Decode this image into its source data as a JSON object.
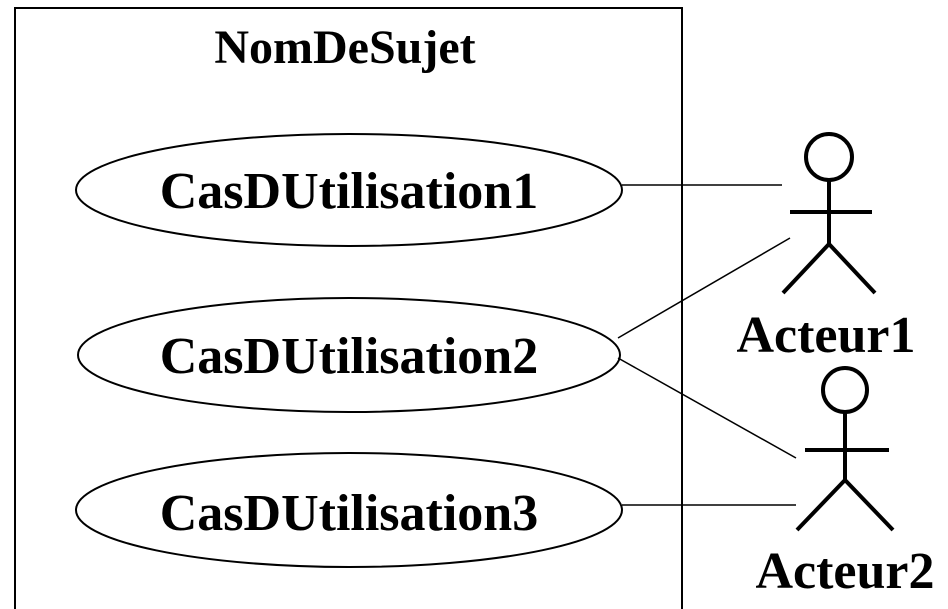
{
  "subject": {
    "name": "NomDeSujet"
  },
  "use_cases": [
    {
      "label": "CasDUtilisation1"
    },
    {
      "label": "CasDUtilisation2"
    },
    {
      "label": "CasDUtilisation3"
    }
  ],
  "actors": [
    {
      "name": "Acteur1"
    },
    {
      "name": "Acteur2"
    }
  ],
  "associations": [
    {
      "use_case": "CasDUtilisation1",
      "actor": "Acteur1"
    },
    {
      "use_case": "CasDUtilisation2",
      "actor": "Acteur1"
    },
    {
      "use_case": "CasDUtilisation2",
      "actor": "Acteur2"
    },
    {
      "use_case": "CasDUtilisation3",
      "actor": "Acteur2"
    }
  ]
}
